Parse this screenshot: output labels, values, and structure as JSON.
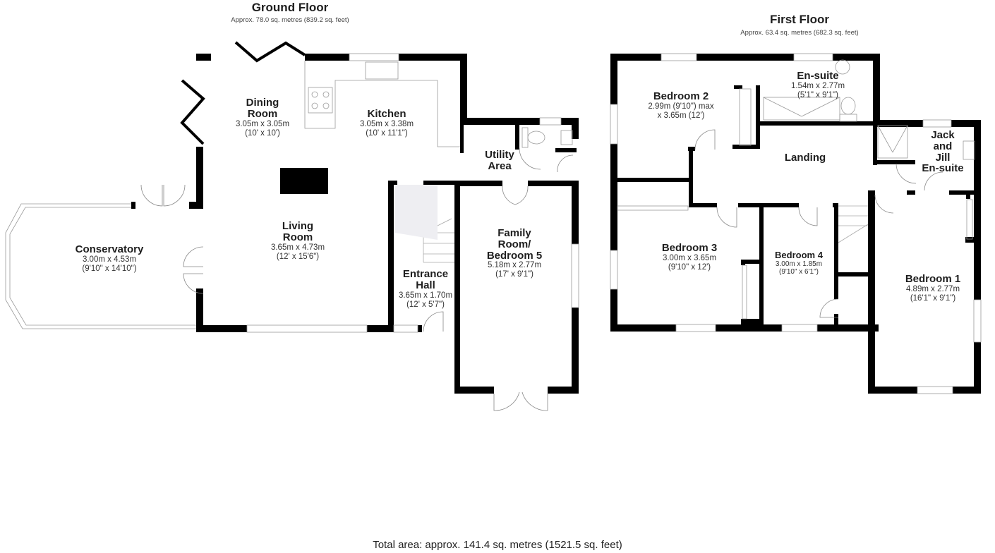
{
  "ground_floor": {
    "title": "Ground Floor",
    "area": "Approx. 78.0 sq. metres (839.2 sq. feet)",
    "rooms": [
      {
        "name_lines": [
          "Dining",
          "Room"
        ],
        "metric": "3.05m x 3.05m",
        "imperial": "(10' x 10')"
      },
      {
        "name_lines": [
          "Kitchen"
        ],
        "metric": "3.05m x 3.38m",
        "imperial": "(10' x 11'1\")"
      },
      {
        "name_lines": [
          "Utility",
          "Area"
        ],
        "metric": "",
        "imperial": ""
      },
      {
        "name_lines": [
          "Living",
          "Room"
        ],
        "metric": "3.65m x 4.73m",
        "imperial": "(12' x 15'6\")"
      },
      {
        "name_lines": [
          "Conservatory"
        ],
        "metric": "3.00m x 4.53m",
        "imperial": "(9'10\" x 14'10\")"
      },
      {
        "name_lines": [
          "Entrance",
          "Hall"
        ],
        "metric": "3.65m x 1.70m",
        "imperial": "(12' x 5'7\")"
      },
      {
        "name_lines": [
          "Family",
          "Room/",
          "Bedroom 5"
        ],
        "metric": "5.18m x 2.77m",
        "imperial": "(17' x 9'1\")"
      }
    ]
  },
  "first_floor": {
    "title": "First Floor",
    "area": "Approx. 63.4 sq. metres (682.3 sq. feet)",
    "rooms": [
      {
        "name_lines": [
          "Bedroom 2"
        ],
        "metric": "2.99m (9'10\") max",
        "imperial": "x 3.65m (12')"
      },
      {
        "name_lines": [
          "En-suite"
        ],
        "metric": "1.54m x 2.77m",
        "imperial": "(5'1\" x 9'1\")"
      },
      {
        "name_lines": [
          "Landing"
        ],
        "metric": "",
        "imperial": ""
      },
      {
        "name_lines": [
          "Jack",
          "and",
          "Jill",
          "En-suite"
        ],
        "metric": "",
        "imperial": ""
      },
      {
        "name_lines": [
          "Bedroom 3"
        ],
        "metric": "3.00m x 3.65m",
        "imperial": "(9'10\" x 12')"
      },
      {
        "name_lines": [
          "Bedroom 4"
        ],
        "metric": "3.00m x 1.85m",
        "imperial": "(9'10\" x 6'1\")"
      },
      {
        "name_lines": [
          "Bedroom 1"
        ],
        "metric": "4.89m x 2.77m",
        "imperial": "(16'1\" x 9'1\")"
      }
    ]
  },
  "total_area": "Total area: approx. 141.4 sq. metres (1521.5 sq. feet)",
  "colors": {
    "wall": "#000000",
    "fixture_line": "#9a9a9a",
    "text": "#1e1e1e",
    "background": "#ffffff"
  }
}
